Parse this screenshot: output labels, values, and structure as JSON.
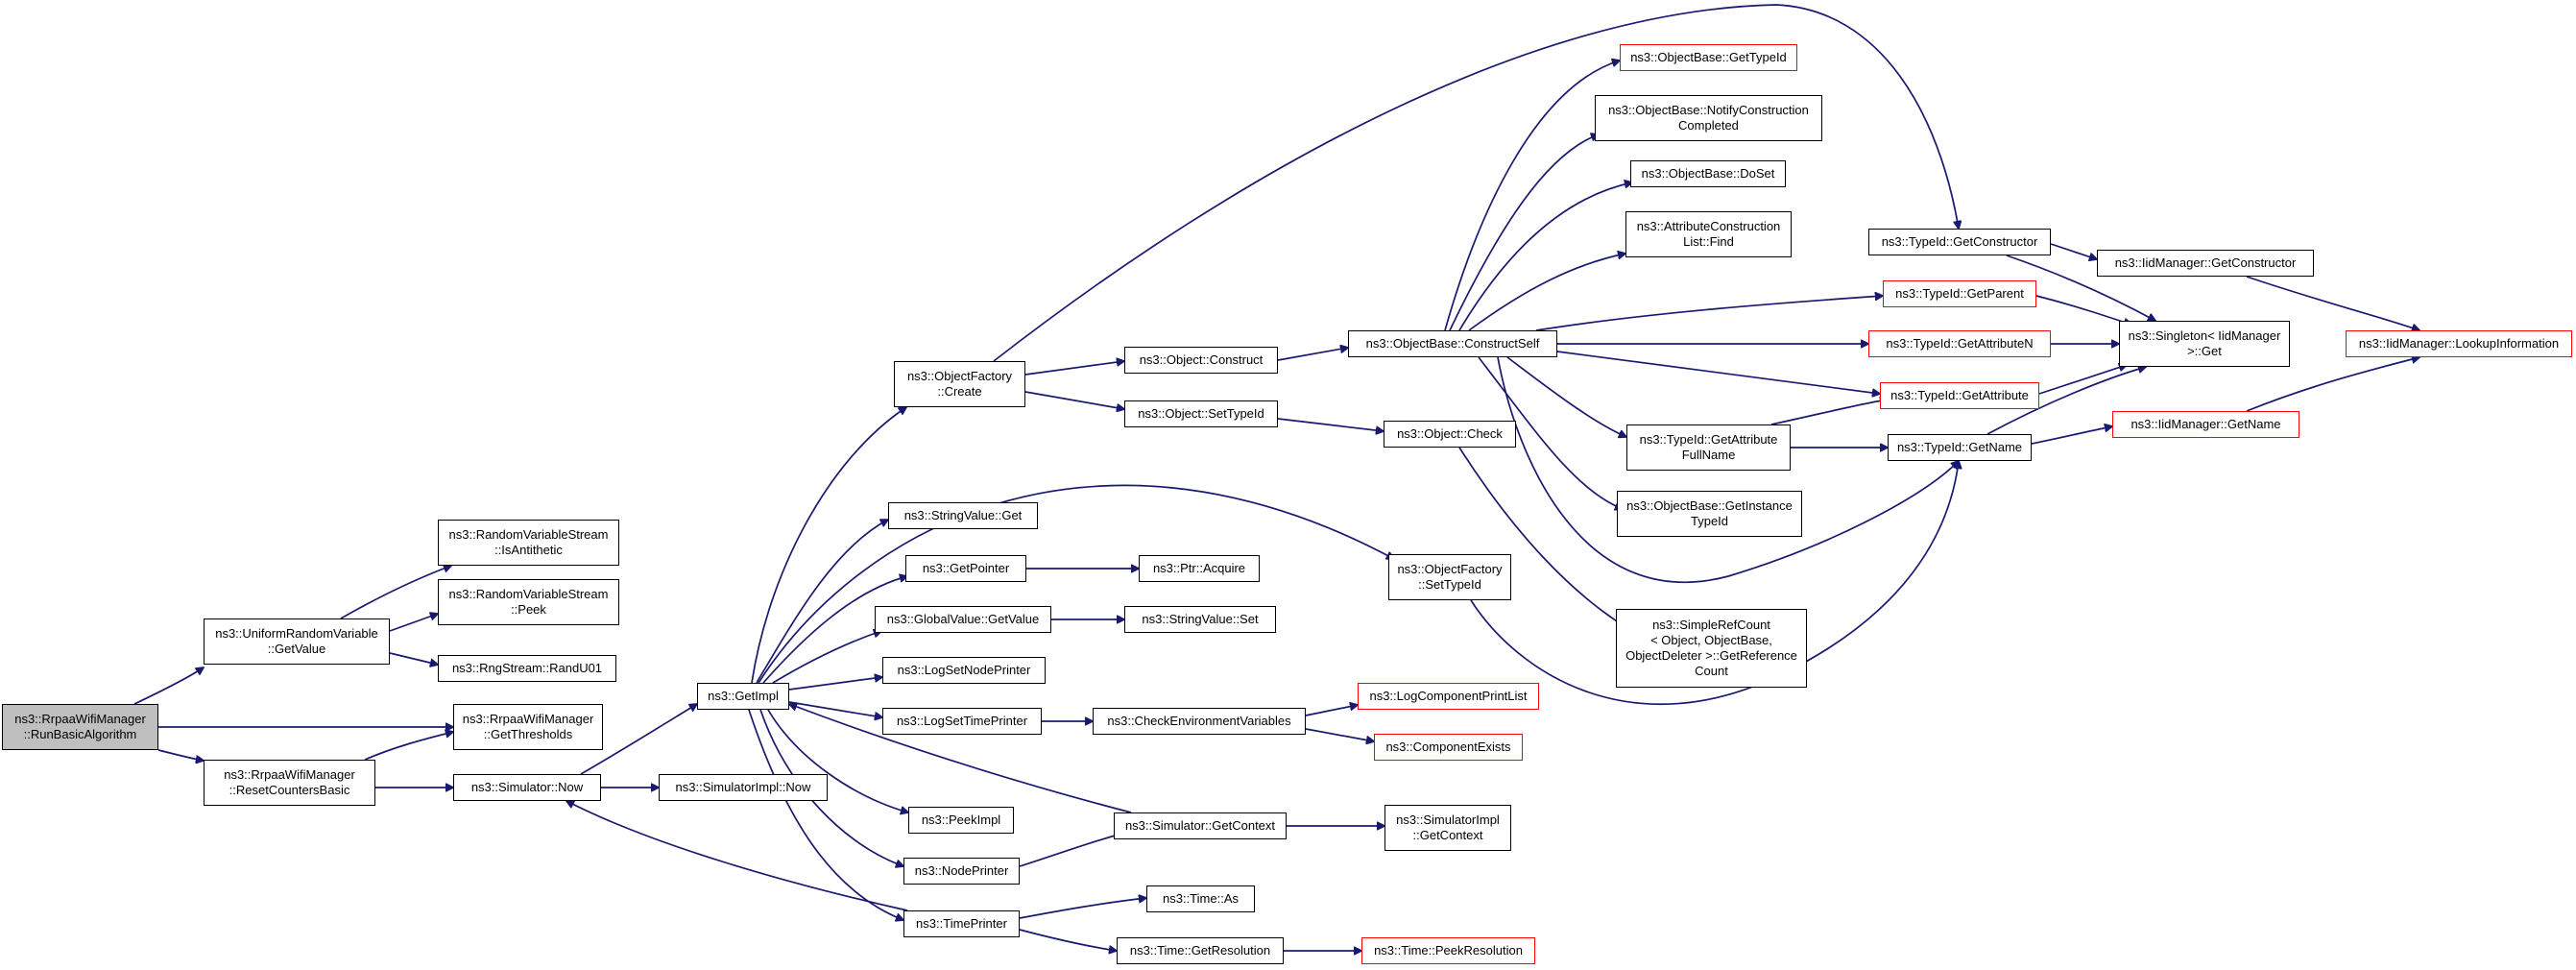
{
  "graph": {
    "edge_color": "#191970",
    "root_fill": "#bfbfbf",
    "incomplete_border": "#ff0000",
    "nodes": [
      {
        "id": "root",
        "label": "ns3::RrpaaWifiManager\n::RunBasicAlgorithm"
      },
      {
        "id": "urv_getvalue",
        "label": "ns3::UniformRandomVariable\n::GetValue"
      },
      {
        "id": "rvs_isantithetic",
        "label": "ns3::RandomVariableStream\n::IsAntithetic"
      },
      {
        "id": "rvs_peek",
        "label": "ns3::RandomVariableStream\n::Peek"
      },
      {
        "id": "rngstream_randu01",
        "label": "ns3::RngStream::RandU01"
      },
      {
        "id": "rrpaa_getthresholds",
        "label": "ns3::RrpaaWifiManager\n::GetThresholds"
      },
      {
        "id": "rrpaa_resetcounters",
        "label": "ns3::RrpaaWifiManager\n::ResetCountersBasic"
      },
      {
        "id": "simulator_now",
        "label": "ns3::Simulator::Now"
      },
      {
        "id": "simulatorimpl_now",
        "label": "ns3::SimulatorImpl::Now"
      },
      {
        "id": "getimpl",
        "label": "ns3::GetImpl"
      },
      {
        "id": "objectfactory_create",
        "label": "ns3::ObjectFactory\n::Create"
      },
      {
        "id": "stringvalue_get",
        "label": "ns3::StringValue::Get"
      },
      {
        "id": "getpointer",
        "label": "ns3::GetPointer"
      },
      {
        "id": "globalvalue_getvalue",
        "label": "ns3::GlobalValue::GetValue"
      },
      {
        "id": "logsetnodeprinter",
        "label": "ns3::LogSetNodePrinter"
      },
      {
        "id": "logsettimeprinter",
        "label": "ns3::LogSetTimePrinter"
      },
      {
        "id": "peekimpl",
        "label": "ns3::PeekImpl"
      },
      {
        "id": "nodeprinter",
        "label": "ns3::NodePrinter"
      },
      {
        "id": "timeprinter",
        "label": "ns3::TimePrinter"
      },
      {
        "id": "object_construct",
        "label": "ns3::Object::Construct"
      },
      {
        "id": "object_settypeid",
        "label": "ns3::Object::SetTypeId"
      },
      {
        "id": "ptr_acquire",
        "label": "ns3::Ptr::Acquire"
      },
      {
        "id": "stringvalue_set",
        "label": "ns3::StringValue::Set"
      },
      {
        "id": "checkenvvars",
        "label": "ns3::CheckEnvironmentVariables"
      },
      {
        "id": "simulator_getcontext",
        "label": "ns3::Simulator::GetContext"
      },
      {
        "id": "time_as",
        "label": "ns3::Time::As"
      },
      {
        "id": "time_getresolution",
        "label": "ns3::Time::GetResolution"
      },
      {
        "id": "objectbase_constructself",
        "label": "ns3::ObjectBase::ConstructSelf"
      },
      {
        "id": "object_check",
        "label": "ns3::Object::Check"
      },
      {
        "id": "objectfactory_settypeid",
        "label": "ns3::ObjectFactory\n::SetTypeId"
      },
      {
        "id": "logcomponentprintlist",
        "label": "ns3::LogComponentPrintList"
      },
      {
        "id": "componentexists",
        "label": "ns3::ComponentExists"
      },
      {
        "id": "simulatorimpl_getcontext",
        "label": "ns3::SimulatorImpl\n::GetContext"
      },
      {
        "id": "time_peekresolution",
        "label": "ns3::Time::PeekResolution"
      },
      {
        "id": "objectbase_gettypeid",
        "label": "ns3::ObjectBase::GetTypeId"
      },
      {
        "id": "objectbase_notifyconstruction",
        "label": "ns3::ObjectBase::NotifyConstruction\nCompleted"
      },
      {
        "id": "objectbase_doset",
        "label": "ns3::ObjectBase::DoSet"
      },
      {
        "id": "attributeconstructionlist_find",
        "label": "ns3::AttributeConstruction\nList::Find"
      },
      {
        "id": "typeid_getattributefullname",
        "label": "ns3::TypeId::GetAttribute\nFullName"
      },
      {
        "id": "objectbase_getinstancetypeid",
        "label": "ns3::ObjectBase::GetInstance\nTypeId"
      },
      {
        "id": "simplerefcount",
        "label": "ns3::SimpleRefCount\n< Object, ObjectBase,\n ObjectDeleter >::GetReference\nCount"
      },
      {
        "id": "typeid_getconstructor",
        "label": "ns3::TypeId::GetConstructor"
      },
      {
        "id": "typeid_getparent",
        "label": "ns3::TypeId::GetParent"
      },
      {
        "id": "typeid_getattributen",
        "label": "ns3::TypeId::GetAttributeN"
      },
      {
        "id": "typeid_getattribute",
        "label": "ns3::TypeId::GetAttribute"
      },
      {
        "id": "typeid_getname",
        "label": "ns3::TypeId::GetName"
      },
      {
        "id": "iidmanager_getconstructor",
        "label": "ns3::IidManager::GetConstructor"
      },
      {
        "id": "singleton_get",
        "label": "ns3::Singleton< IidManager\n >::Get"
      },
      {
        "id": "iidmanager_getname",
        "label": "ns3::IidManager::GetName"
      },
      {
        "id": "iidmanager_lookupinformation",
        "label": "ns3::IidManager::LookupInformation"
      }
    ]
  }
}
